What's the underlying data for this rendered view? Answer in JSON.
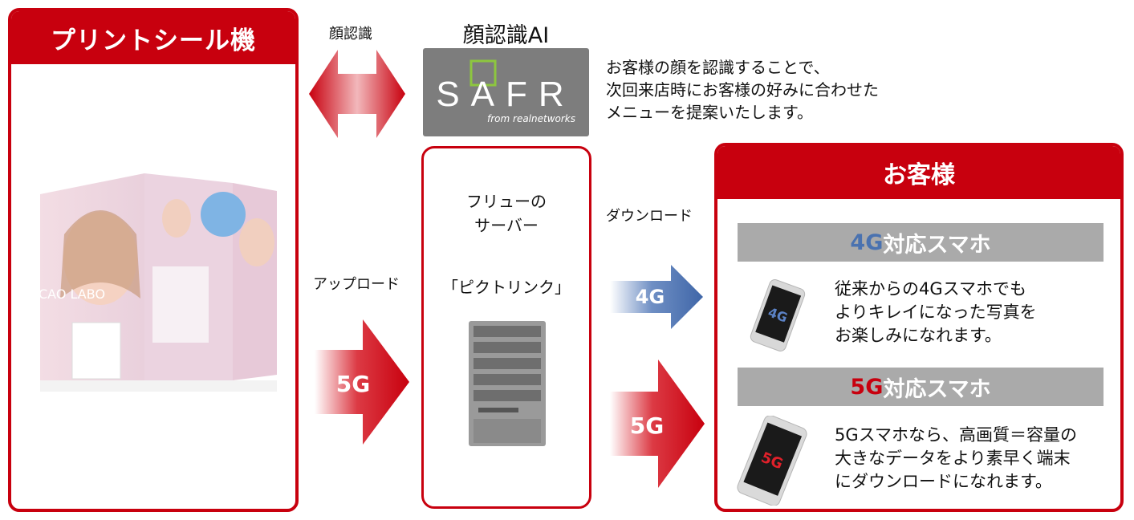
{
  "left_panel": {
    "title": "プリントシール機",
    "booth_text": "CAO LABO"
  },
  "face_recognition": {
    "arrow_label": "顔認識",
    "logo_title": "顔認識AI",
    "logo_main": "SAFR",
    "logo_sub": "from realnetworks",
    "description": [
      "お客様の顔を認識することで、",
      "次回来店時にお客様の好みに合わせた",
      "メニューを提案いたします。"
    ]
  },
  "upload": {
    "label": "アップロード",
    "arrow_text": "5G"
  },
  "server": {
    "title_lines": [
      "フリューの",
      "サーバー"
    ],
    "name": "「ピクトリンク」"
  },
  "download": {
    "label": "ダウンロード",
    "arrow_4g": "4G",
    "arrow_5g": "5G"
  },
  "right_panel": {
    "title": "お客様",
    "phone_4g": {
      "prefix": "4G",
      "suffix": "対応スマホ",
      "screen": "4G",
      "description": [
        "従来からの4Gスマホでも",
        "よりキレイになった写真を",
        "お楽しみになれます。"
      ]
    },
    "phone_5g": {
      "prefix": "5G",
      "suffix": "対応スマホ",
      "screen": "5G",
      "description": [
        "5Gスマホなら、高画質＝容量の",
        "大きなデータをより素早く端末",
        "にダウンロードになれます。"
      ]
    }
  },
  "colors": {
    "brand_red": "#c8000e",
    "blue_4g": "#4a72b0",
    "gray_bar": "#aaaaaa",
    "logo_gray": "#7d7d7d",
    "logo_green": "#8dc63f"
  }
}
